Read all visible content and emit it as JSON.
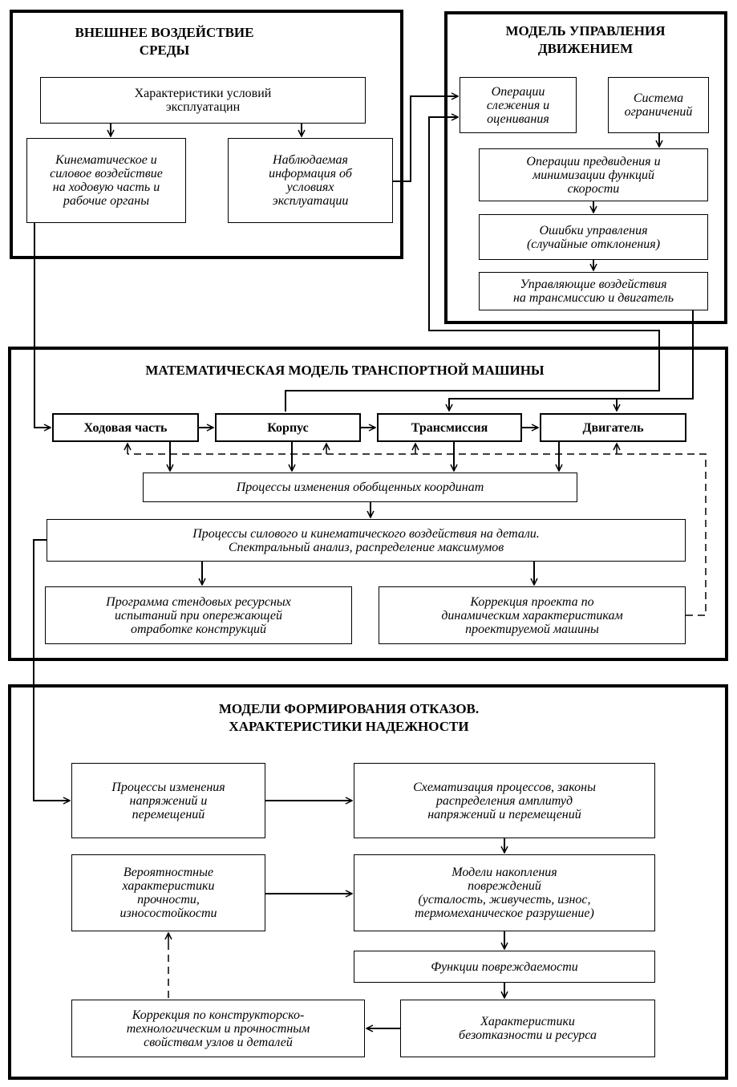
{
  "sections": {
    "environment": {
      "title": "ВНЕШНЕЕ ВОЗДЕЙСТВИЕ\nСРЕДЫ",
      "operating_conditions": "Характеристики условий\nэксплуатацин",
      "kinematic_force": "Кинематическое и\nсиловое воздействие\nна ходовую часть и\nрабочие органы",
      "observed_info": "Наблюдаемая\nинформация об\nусловиях\nэксплуатации"
    },
    "motion_control": {
      "title": "МОДЕЛЬ УПРАВЛЕНИЯ\nДВИЖЕНИЕМ",
      "tracking": "Операции\nслежения и\nоценивания",
      "constraints": "Система\nограничений",
      "prediction": "Операции предвидения и\nминимизации функций\nскорости",
      "errors": "Ошибки управления\n(случайные отклонения)",
      "control_actions": "Управляющие воздействия\nна трансмиссию и двигатель"
    },
    "math_model": {
      "title": "МАТЕМАТИЧЕСКАЯ МОДЕЛЬ ТРАНСПОРТНОЙ МАШИНЫ",
      "chassis": "Ходовая часть",
      "body": "Корпус",
      "transmission": "Трансмиссия",
      "engine": "Двигатель",
      "coordinates": "Процессы изменения обобщенных координат",
      "loading": "Процессы силового и кинематического воздействия на детали.\nСпектральный анализ, распределение максимумов",
      "bench_program": "Программа стендовых ресурсных\nиспытаний при опережающей\nотработке конструкций",
      "design_correction": "Коррекция проекта по\nдинамическим характеристикам\nпроектируемой машины"
    },
    "failure_models": {
      "title": "МОДЕЛИ ФОРМИРОВАНИЯ ОТКАЗОВ.\nХАРАКТЕРИСТИКИ НАДЕЖНОСТИ",
      "stress_processes": "Процессы изменения\nнапряжений и\nперемещений",
      "schematization": "Схематизация процессов, законы\nраспределения амплитуд\nнапряжений и перемещений",
      "probabilistic": "Вероятностные\nхарактеристики\nпрочности,\nизносостойкости",
      "damage_models": "Модели накопления\nповреждений\n(усталость, живучесть, износ,\nтермомеханическое разрушение)",
      "damage_functions": "Функции повреждаемости",
      "correction": "Коррекция по конструкторско-\nтехнологическим и прочностным\nсвойствам узлов и деталей",
      "reliability": "Характеристики\nбезотказности и ресурса"
    }
  }
}
